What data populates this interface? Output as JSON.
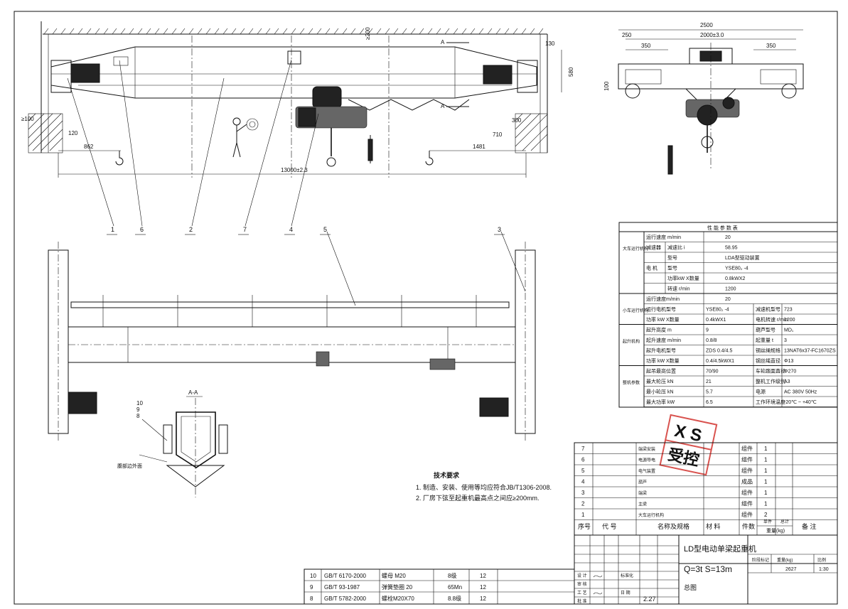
{
  "dims": {
    "top_100": "≥100",
    "top_200": "≥200",
    "left_hook": "862",
    "left_120": "120",
    "span": "13000±2.3",
    "right_130": "130",
    "right_580": "580",
    "right_300": "300",
    "right_710": "710",
    "right_1481": "1481",
    "section_a": "A",
    "side_2500": "2500",
    "side_250": "250",
    "side_2000": "2000±3.0",
    "side_350_l": "350",
    "side_350_r": "350",
    "side_100": "100"
  },
  "callouts": [
    "1",
    "6",
    "2",
    "7",
    "4",
    "5",
    "3"
  ],
  "section": {
    "title": "A-A",
    "nums": [
      "10",
      "9",
      "8"
    ],
    "weld_label": "腹部边外面"
  },
  "tech": {
    "title": "技术要求",
    "line1": "1. 制造、安装、使用等均应符合JB/T1306-2008.",
    "line2": "2. 厂房下弦至起重机最高点之间应≥200mm."
  },
  "spec": {
    "title": "性 能 参 数 表",
    "rows": [
      [
        "大车运行机构",
        "运行速度 m/min",
        "",
        "20",
        "",
        ""
      ],
      [
        "",
        "减速器",
        "减速比 i",
        "58.95",
        "",
        ""
      ],
      [
        "",
        "",
        "型号",
        "LDA型驱动装置",
        "",
        ""
      ],
      [
        "",
        "电 机",
        "型号",
        "YSE80₂ -4",
        "",
        ""
      ],
      [
        "",
        "",
        "功率kW X数量",
        "0.8kWX2",
        "",
        ""
      ],
      [
        "",
        "",
        "转速 r/min",
        "1200",
        "",
        ""
      ],
      [
        "小车运行机构",
        "运行速度m/min",
        "",
        "20",
        "",
        ""
      ],
      [
        "",
        "运行电机型号",
        "",
        "YSE80₂ -4",
        "减速机型号",
        "723"
      ],
      [
        "",
        "功率 kW X数量",
        "",
        "0.4kWX1",
        "电机转速 r/min",
        "1200"
      ],
      [
        "起升机构",
        "起升高度 m",
        "",
        "9",
        "葫芦型号",
        "MD₁"
      ],
      [
        "",
        "起升速度 m/min",
        "",
        "0.8/8",
        "起重量 t",
        "3"
      ],
      [
        "",
        "起升电机型号",
        "",
        "ZDS 0.4/4.5",
        "钢丝绳规格",
        "13NAT6x37-FC1670ZS"
      ],
      [
        "",
        "功率 kW X数量",
        "",
        "0.4/4.5kWX1",
        "钢丝绳直径",
        "Φ13"
      ],
      [
        "整机参数",
        "起吊最高位置",
        "",
        "70/90",
        "车轮踏面直径",
        "Φ270"
      ],
      [
        "",
        "最大轮压 kN",
        "",
        "21",
        "整机工作级别",
        "A3"
      ],
      [
        "",
        "最小轮压 kN",
        "",
        "5.7",
        "电源",
        "AC 380V 50Hz"
      ],
      [
        "",
        "最大功率 kW",
        "",
        "6.5",
        "工作环境温度",
        "-20℃ ~ +40℃"
      ]
    ]
  },
  "stamp": {
    "top": "X S",
    "bottom": "受控"
  },
  "bom": {
    "rows": [
      [
        "7",
        "",
        "端梁安装",
        "",
        "组件",
        "1",
        "",
        ""
      ],
      [
        "6",
        "",
        "电源导电",
        "",
        "组件",
        "1",
        "",
        ""
      ],
      [
        "5",
        "",
        "电气装置",
        "",
        "组件",
        "1",
        "",
        ""
      ],
      [
        "4",
        "",
        "葫芦",
        "",
        "成品",
        "1",
        "",
        ""
      ],
      [
        "3",
        "",
        "端梁",
        "",
        "组件",
        "1",
        "",
        ""
      ],
      [
        "2",
        "",
        "主梁",
        "",
        "组件",
        "1",
        "",
        ""
      ],
      [
        "1",
        "",
        "大车运行机构",
        "",
        "组件",
        "2",
        "",
        ""
      ]
    ],
    "header": {
      "no": "序号",
      "code": "代 号",
      "name": "名称及规格",
      "material": "材 料",
      "qty": "件数",
      "unit_wt": "单件",
      "total_wt": "总计",
      "weight": "重量(kg)",
      "remark": "备 注"
    }
  },
  "title_block": {
    "product": "LD型电动单梁起重机",
    "params": "Q=3t S=13m",
    "drawing": "总图",
    "weight_label": "重量(kg)",
    "scale_label": "比例",
    "weight": "2627",
    "scale": "1:30",
    "stage_label": "阶段标记",
    "date": "2.27",
    "sign_rows": [
      "设 计",
      "审 核",
      "工 艺",
      "批 准"
    ],
    "sign_labels": [
      "标准化",
      "日 期"
    ]
  },
  "parts_table": [
    [
      "10",
      "GB/T 6170-2000",
      "螺母 M20",
      "8级",
      "12"
    ],
    [
      "9",
      "GB/T 93-1987",
      "弹簧垫圈 20",
      "65Mn",
      "12"
    ],
    [
      "8",
      "GB/T 5782-2000",
      "螺栓M20X70",
      "8.8级",
      "12"
    ]
  ]
}
